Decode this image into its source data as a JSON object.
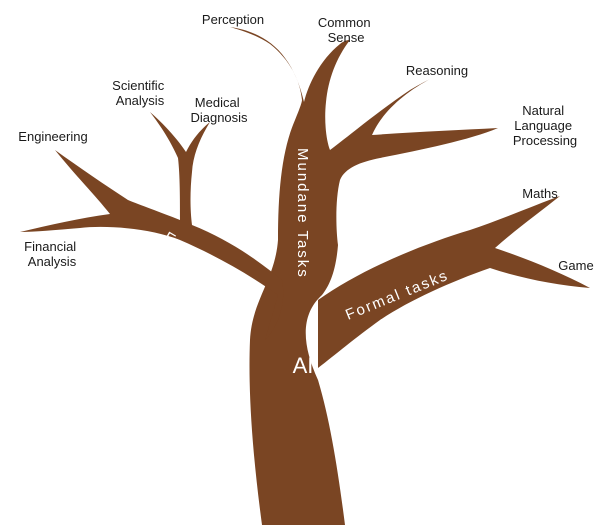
{
  "colors": {
    "trunk": "#7a4523",
    "label_on_trunk": "#ffffff",
    "leaf_text": "#1a1a1a",
    "background": "#ffffff"
  },
  "root": "AI",
  "branches": {
    "mundane": "Mundane Tasks",
    "expert": "Expert tasks",
    "formal": "Formal tasks"
  },
  "leaves": {
    "perception": "Perception",
    "common_sense": [
      "Common",
      "Sense"
    ],
    "reasoning": "Reasoning",
    "nlp": [
      "Natural",
      "Language",
      "Processing"
    ],
    "scientific": [
      "Scientific",
      "Analysis"
    ],
    "medical": [
      "Medical",
      "Diagnosis"
    ],
    "engineering": "Engineering",
    "financial": [
      "Financial",
      "Analysis"
    ],
    "maths": "Maths",
    "game": "Game"
  }
}
